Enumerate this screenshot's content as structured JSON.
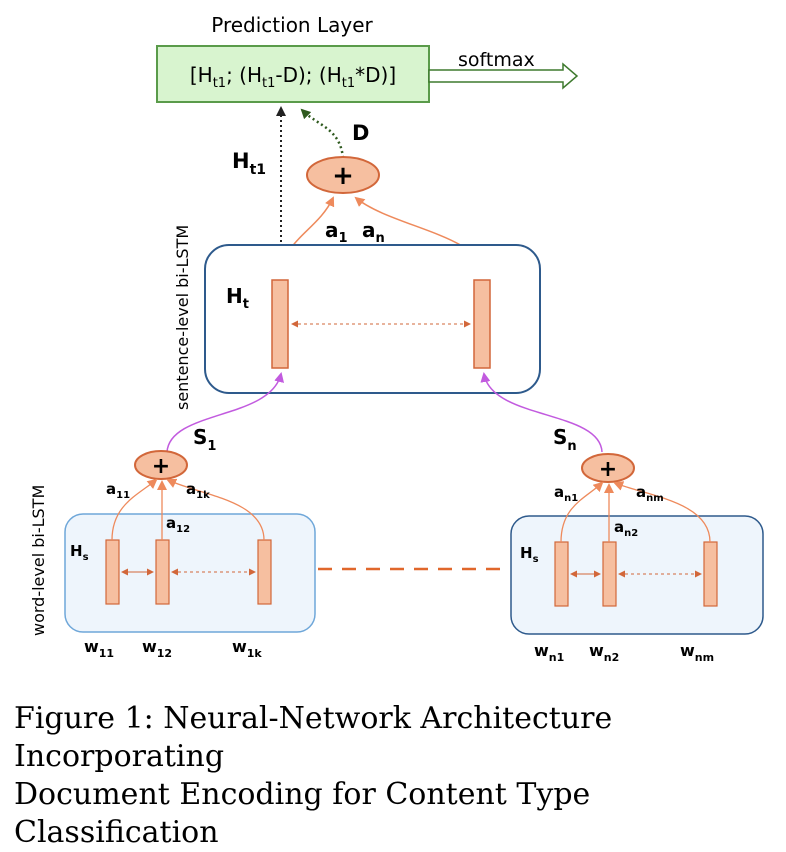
{
  "prediction": {
    "title": "Prediction Layer",
    "formula_parts": [
      "[H",
      "t1",
      "; (H",
      "t1",
      "-D); (H",
      "t1",
      "*D)]"
    ],
    "softmax": "softmax"
  },
  "document_vector": {
    "label": "D"
  },
  "sentence_level": {
    "side_label": "sentence-level bi-LSTM",
    "ht_label": "H",
    "ht_sub": "t",
    "ht1_label": "H",
    "ht1_sub": "t1",
    "a1": "a",
    "a1_sub": "1",
    "an": "a",
    "an_sub": "n"
  },
  "sentence_vectors": {
    "s1": "S",
    "s1_sub": "1",
    "sn": "S",
    "sn_sub": "n"
  },
  "word_level": {
    "side_label": "word-level bi-LSTM",
    "left": {
      "hs": "H",
      "hs_sub": "s",
      "a11": "a",
      "a11_sub": "11",
      "a12": "a",
      "a12_sub": "12",
      "a1k": "a",
      "a1k_sub": "1k",
      "w11": "w",
      "w11_sub": "11",
      "w12": "w",
      "w12_sub": "12",
      "w1k": "w",
      "w1k_sub": "1k"
    },
    "right": {
      "hs": "H",
      "hs_sub": "s",
      "an1": "a",
      "an1_sub": "n1",
      "an2": "a",
      "an2_sub": "n2",
      "anm": "a",
      "anm_sub": "nm",
      "wn1": "w",
      "wn1_sub": "n1",
      "wn2": "w",
      "wn2_sub": "n2",
      "wnm": "w",
      "wnm_sub": "nm"
    }
  },
  "plus_symbol": "+",
  "caption": {
    "line1": "Figure 1:  Neural-Network Architecture Incorporating",
    "line2": "Document Encoding for Content Type Classification"
  },
  "colors": {
    "orange_fill": "#f6bfa0",
    "orange_stroke": "#d2673a",
    "green_fill": "#d8f4cf",
    "green_stroke": "#5a9b4a",
    "box_blue": "#2e5a8c",
    "box_light_blue": "#6fa7d9",
    "purple": "#c25bdf",
    "dashed_orange": "#e0672b"
  }
}
